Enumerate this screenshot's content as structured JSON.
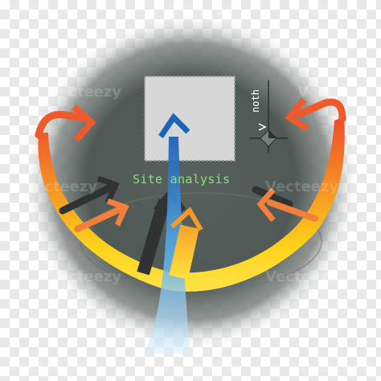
{
  "diagram": {
    "title": "Site analysis",
    "north_label": "noth"
  },
  "colors": {
    "background_dark": "#555d5a",
    "title_text": "#86e07a",
    "site_box": "#d8d8d8",
    "arrow_orange": "#f05a2a",
    "arrow_yellow": "#ffd21a",
    "arrow_blue": "#1c64b4",
    "arrow_dark": "#2f3331"
  },
  "icons": [
    "north-compass-icon",
    "arrow-icon"
  ],
  "watermark": {
    "text": "Vecteezy"
  }
}
